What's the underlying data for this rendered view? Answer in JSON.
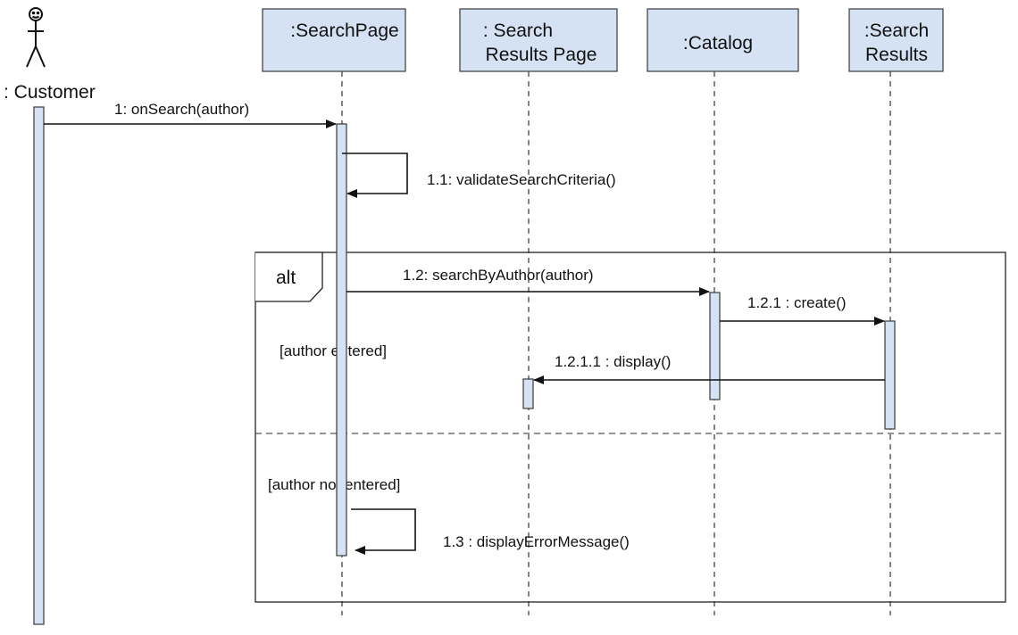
{
  "actor": {
    "name": ": Customer"
  },
  "lifelines": {
    "search_page": {
      "line1": ":SearchPage",
      "line2": ""
    },
    "results_page": {
      "line1": ": Search",
      "line2": "Results Page"
    },
    "catalog": {
      "line1": ":Catalog",
      "line2": ""
    },
    "search_results": {
      "line1": ":Search",
      "line2": "Results"
    }
  },
  "messages": {
    "m1": "1: onSearch(author)",
    "m1_1": "1.1: validateSearchCriteria()",
    "m1_2": "1.2: searchByAuthor(author)",
    "m1_2_1": "1.2.1 : create()",
    "m1_2_1_1": "1.2.1.1 : display()",
    "m1_3": "1.3 : displayErrorMessage()"
  },
  "fragment": {
    "operator": "alt",
    "guard1": "[author entered]",
    "guard2": "[author not entered]"
  },
  "colors": {
    "box_fill": "#d4e2f4",
    "box_stroke": "#3a3a3a",
    "line": "#111111"
  }
}
